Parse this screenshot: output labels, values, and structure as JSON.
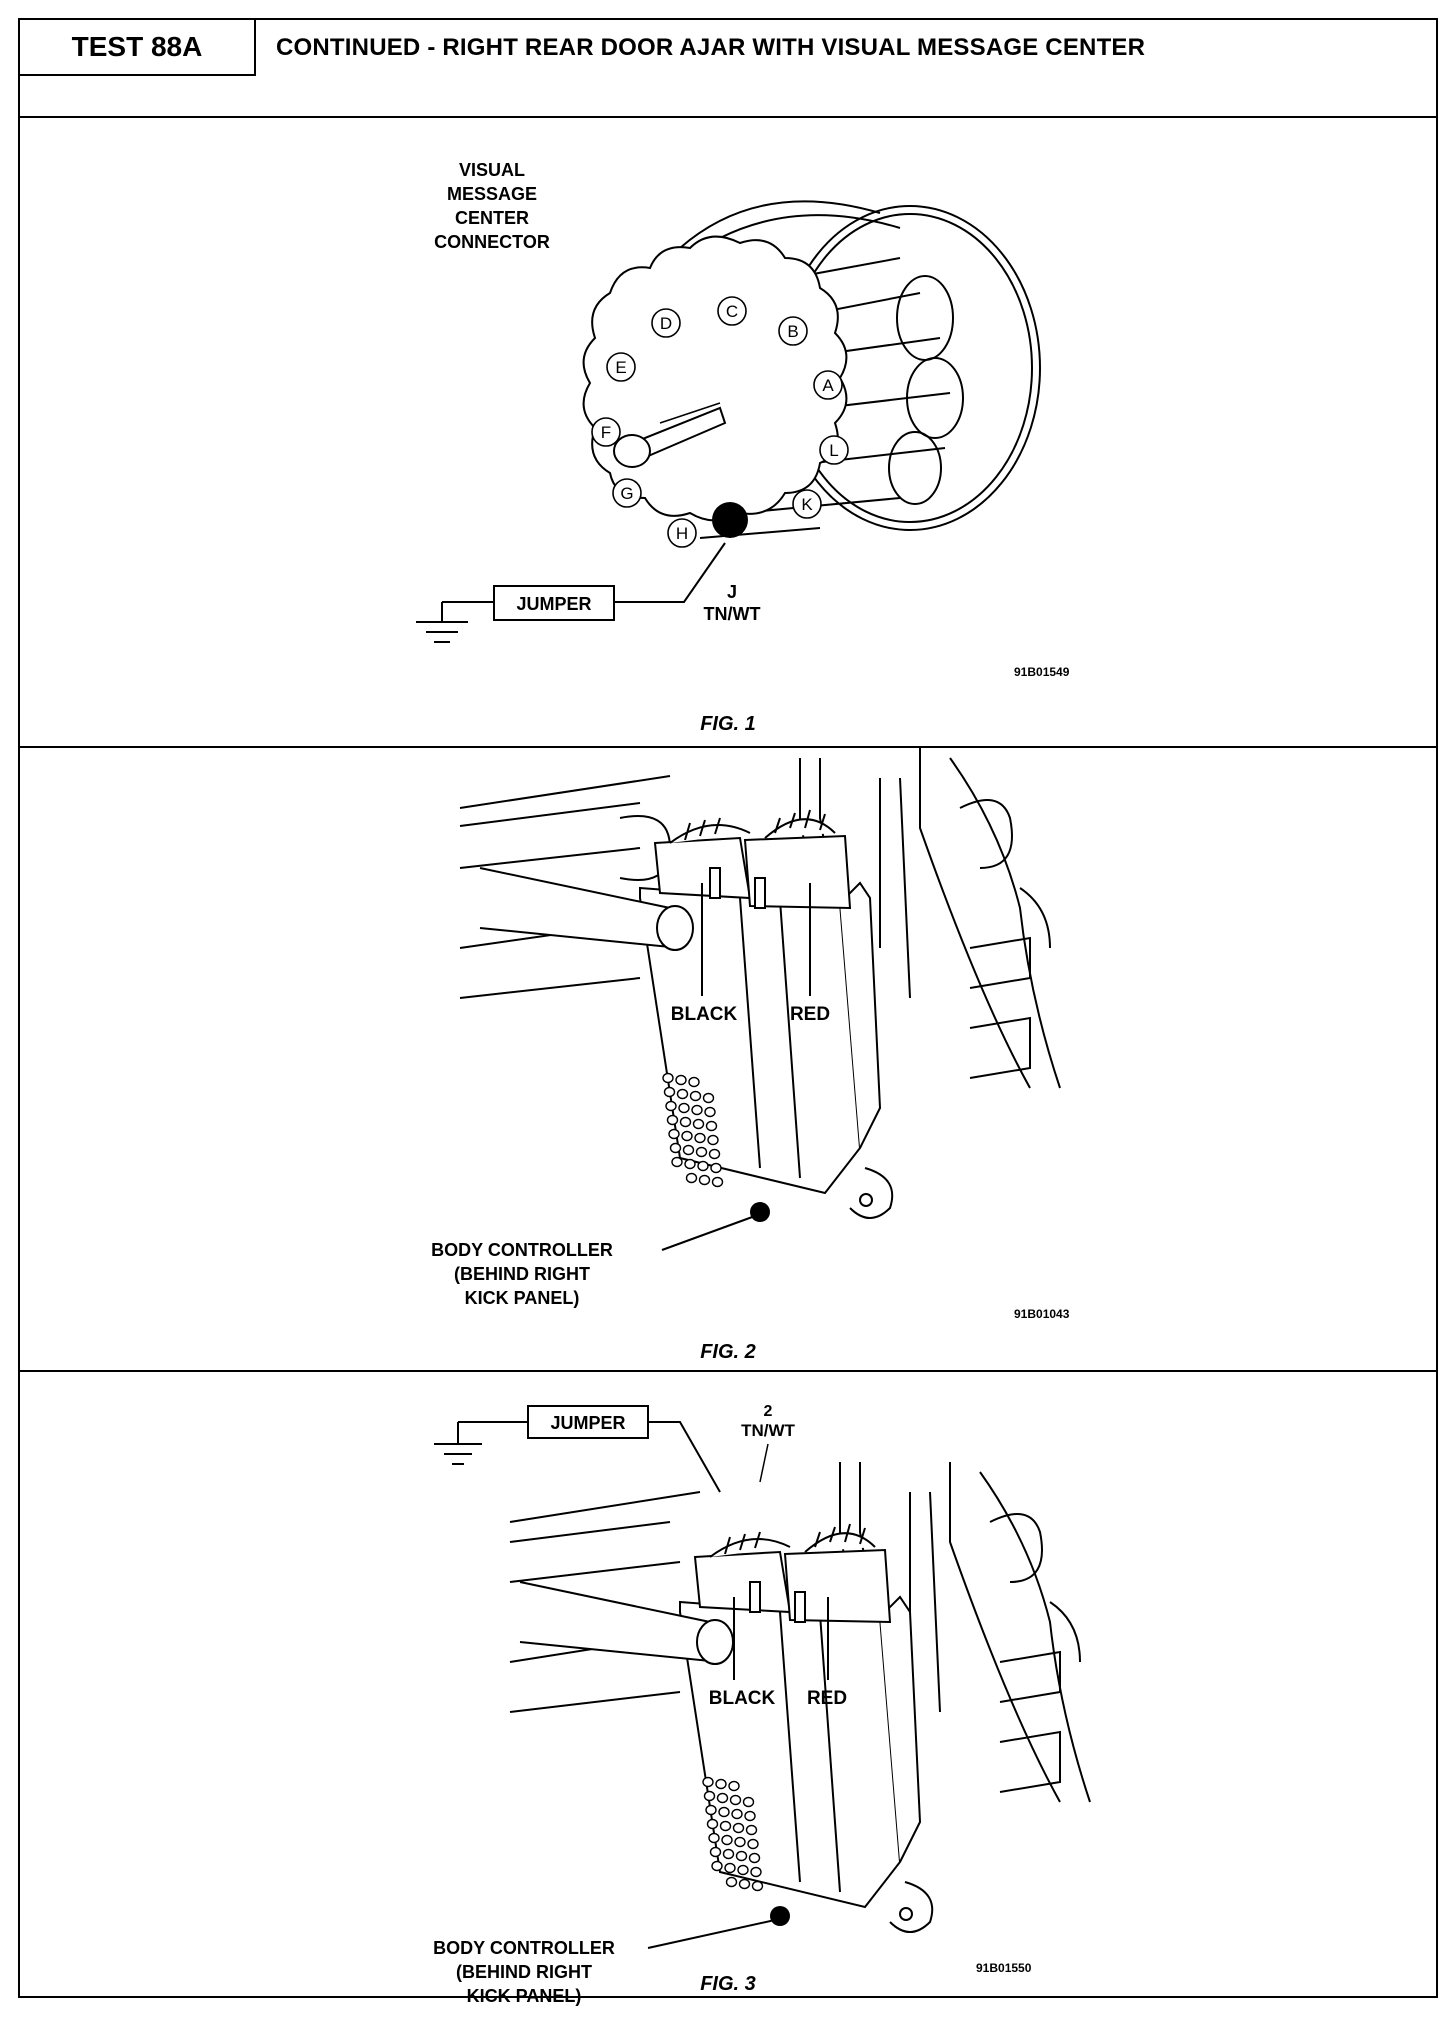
{
  "header": {
    "test_label": "TEST 88A",
    "title": "CONTINUED - RIGHT REAR DOOR AJAR WITH VISUAL MESSAGE CENTER"
  },
  "fig1": {
    "connector_label": [
      "VISUAL",
      "MESSAGE",
      "CENTER",
      "CONNECTOR"
    ],
    "pins": [
      "A",
      "B",
      "C",
      "D",
      "E",
      "F",
      "G",
      "H",
      "K",
      "L"
    ],
    "jumper_label": "JUMPER",
    "pin_callout": "J",
    "wire_color": "TN/WT",
    "code": "91B01549",
    "caption": "FIG. 1"
  },
  "fig2": {
    "connector_black": "BLACK",
    "connector_red": "RED",
    "module_label": [
      "BODY CONTROLLER",
      "(BEHIND RIGHT",
      "KICK PANEL)"
    ],
    "code": "91B01043",
    "caption": "FIG. 2"
  },
  "fig3": {
    "jumper_label": "JUMPER",
    "pin_callout": "2",
    "wire_color": "TN/WT",
    "connector_black": "BLACK",
    "connector_red": "RED",
    "module_label": [
      "BODY CONTROLLER",
      "(BEHIND RIGHT",
      "KICK PANEL)"
    ],
    "code": "91B01550",
    "caption": "FIG. 3"
  }
}
